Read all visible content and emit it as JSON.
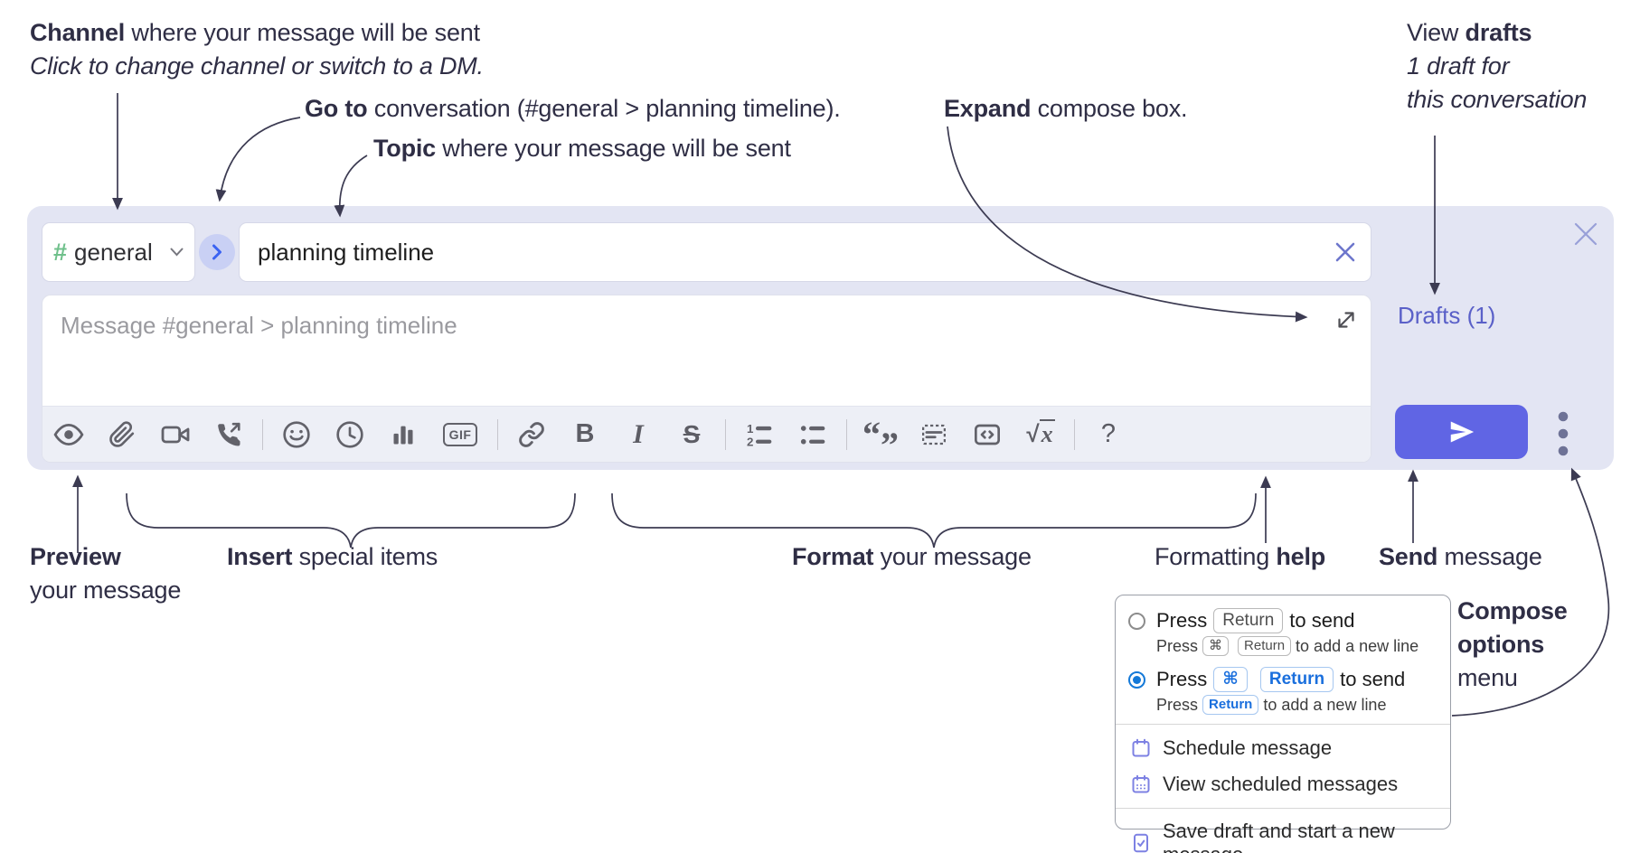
{
  "annotations": {
    "channel": {
      "bold": "Channel",
      "rest": " where your message will be sent",
      "line2": "Click to change channel or switch to a DM."
    },
    "go_to": {
      "bold": "Go to",
      "rest": " conversation (#general > planning timeline)."
    },
    "topic": {
      "bold": "Topic",
      "rest": " where your message will be sent"
    },
    "expand": {
      "bold": "Expand",
      "rest": " compose box."
    },
    "view_drafts": {
      "pre": "View ",
      "bold": "drafts",
      "line2": "1 draft for",
      "line3": "this conversation"
    },
    "preview": {
      "bold": "Preview",
      "line2": "your message"
    },
    "insert": {
      "bold": "Insert",
      "rest": " special items"
    },
    "format": {
      "bold": "Format",
      "rest": " your message"
    },
    "formatting_help": {
      "pre": "Formatting ",
      "bold": "help"
    },
    "send": {
      "bold": "Send",
      "rest": " message"
    },
    "compose_options": {
      "line1": "Compose",
      "line2": "options",
      "line3": "menu"
    }
  },
  "compose": {
    "channel": {
      "hash": "#",
      "label": "general"
    },
    "topic": {
      "value": "planning timeline"
    },
    "message": {
      "placeholder": "Message #general > planning timeline"
    },
    "drafts_label": "Drafts (1)",
    "toolbar_icons": [
      "preview",
      "attach-file",
      "video-call",
      "voice-call",
      "emoji",
      "time",
      "poll",
      "gif",
      "link",
      "bold",
      "italic",
      "strikethrough",
      "numbered-list",
      "bulleted-list",
      "quote",
      "spoiler",
      "code",
      "math",
      "help"
    ],
    "glyphs": {
      "gif": "GIF",
      "bold": "B",
      "italic": "I",
      "strikethrough": "S",
      "quote_open": "“",
      "quote_close": "”",
      "sqrt": "√",
      "math_x": "x",
      "help": "?"
    }
  },
  "popup": {
    "option1": {
      "selected": false,
      "pre": "Press",
      "key": "Return",
      "post": "to send",
      "sub_pre": "Press",
      "sub_key1": "⌘",
      "sub_key2": "Return",
      "sub_post": "to add a new line"
    },
    "option2": {
      "selected": true,
      "pre": "Press",
      "key1": "⌘",
      "key2": "Return",
      "post": "to send",
      "sub_pre": "Press",
      "sub_key": "Return",
      "sub_post": "to add a new line"
    },
    "menu": [
      {
        "label": "Schedule message"
      },
      {
        "label": "View scheduled messages"
      },
      {
        "label": "Save draft and start a new message"
      }
    ]
  },
  "colors": {
    "compose_bg": "#e3e5f3",
    "send_button": "#6065e4",
    "drafts_link": "#5a60c8",
    "hash_green": "#6fc08b",
    "radio_selected": "#1479d8",
    "key_active": "#1a6fdd",
    "menu_icon": "#7d81e3",
    "annotation_text": "#2f2e45"
  }
}
